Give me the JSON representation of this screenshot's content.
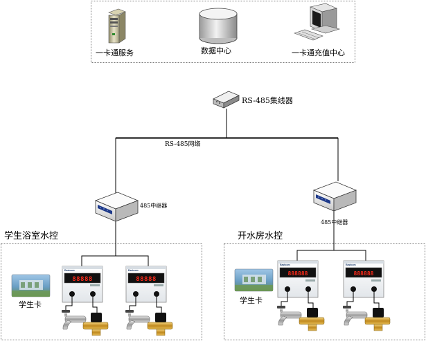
{
  "top_group": {
    "nodes": [
      {
        "icon": "server-icon",
        "label": "一卡通服务"
      },
      {
        "icon": "database-icon",
        "label": "数据中心"
      },
      {
        "icon": "computer-icon",
        "label": "一卡通充值中心"
      }
    ]
  },
  "hub": {
    "icon": "hub-icon",
    "label": "RS-485集线器"
  },
  "network": {
    "label": "RS-485网络"
  },
  "repeaters": [
    {
      "icon": "repeater-icon",
      "label": "485中继器"
    },
    {
      "icon": "repeater-icon",
      "label": "485中继器"
    }
  ],
  "zones": [
    {
      "title": "学生浴室水控",
      "card_label": "学生卡",
      "controllers": [
        {
          "display": "88888",
          "brand": "Eastcom"
        },
        {
          "display": "88888",
          "brand": "Eastcom"
        }
      ]
    },
    {
      "title": "开水房水控",
      "card_label": "学生卡",
      "controllers": [
        {
          "display": "888888",
          "brand": "Eastcom"
        },
        {
          "display": "888888",
          "brand": "Eastcom"
        }
      ]
    }
  ],
  "colors": {
    "line": "#000000",
    "dashed_border": "#777777",
    "led": "#ff2a1a"
  }
}
